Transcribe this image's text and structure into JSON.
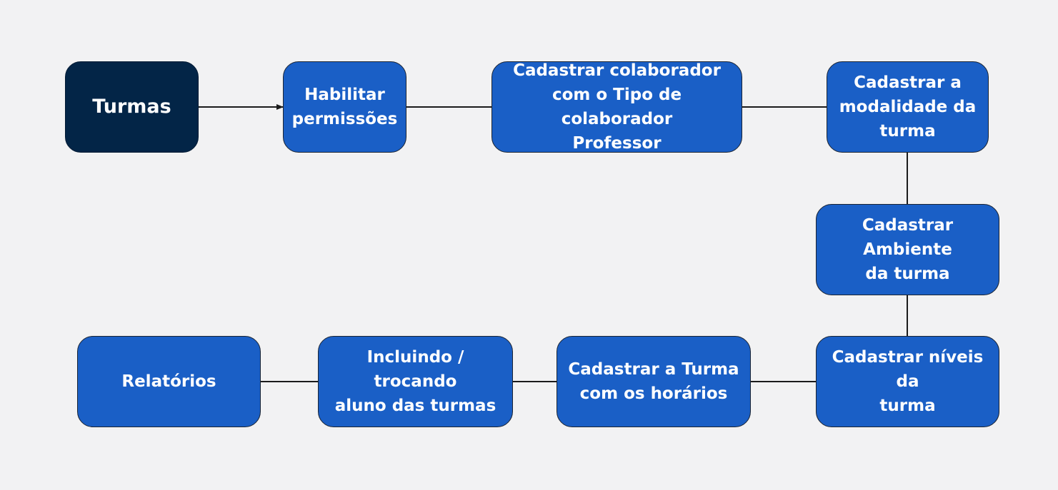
{
  "diagram": {
    "start": {
      "label": "Turmas"
    },
    "steps": {
      "habilitar": {
        "label": "Habilitar\npermissões"
      },
      "colaborador": {
        "label": "Cadastrar colaborador\ncom o Tipo de colaborador\nProfessor"
      },
      "modalidade": {
        "label": "Cadastrar a\nmodalidade da\nturma"
      },
      "ambiente": {
        "label": "Cadastrar\nAmbiente\nda turma"
      },
      "niveis": {
        "label": "Cadastrar níveis da\nturma"
      },
      "turma": {
        "label": "Cadastrar a Turma\ncom os horários"
      },
      "alunos": {
        "label": "Incluindo / trocando\naluno das turmas"
      },
      "relatorios": {
        "label": "Relatórios"
      }
    },
    "colors": {
      "start_fill": "#032547",
      "step_fill": "#1a5fc6",
      "text": "#ffffff",
      "connector": "#1b1b1b",
      "background": "#f2f2f3"
    }
  }
}
